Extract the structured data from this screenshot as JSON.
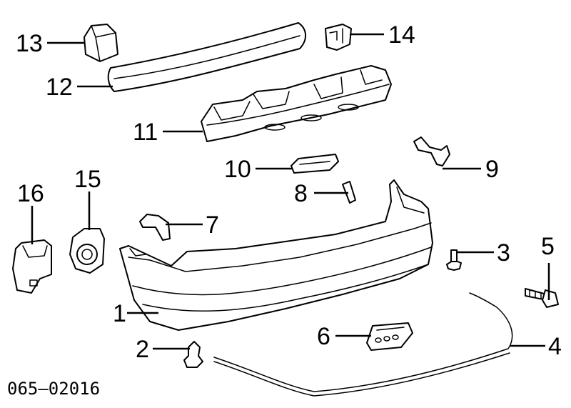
{
  "diagram": {
    "code": "065–02016",
    "callouts": [
      {
        "id": "1",
        "label": "1"
      },
      {
        "id": "2",
        "label": "2"
      },
      {
        "id": "3",
        "label": "3"
      },
      {
        "id": "4",
        "label": "4"
      },
      {
        "id": "5",
        "label": "5"
      },
      {
        "id": "6",
        "label": "6"
      },
      {
        "id": "7",
        "label": "7"
      },
      {
        "id": "8",
        "label": "8"
      },
      {
        "id": "9",
        "label": "9"
      },
      {
        "id": "10",
        "label": "10"
      },
      {
        "id": "11",
        "label": "11"
      },
      {
        "id": "12",
        "label": "12"
      },
      {
        "id": "13",
        "label": "13"
      },
      {
        "id": "14",
        "label": "14"
      },
      {
        "id": "15",
        "label": "15"
      },
      {
        "id": "16",
        "label": "16"
      }
    ]
  }
}
